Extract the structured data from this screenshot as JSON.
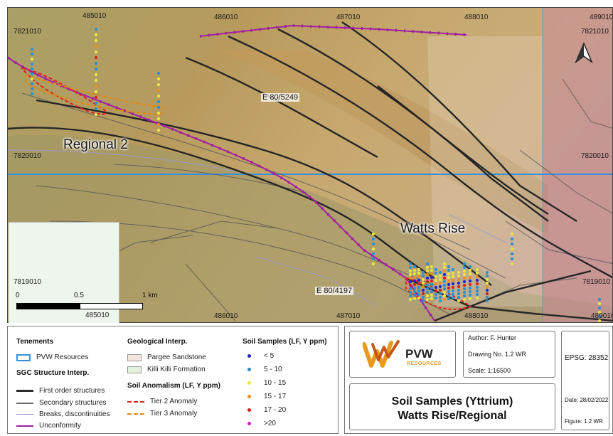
{
  "map": {
    "coords": {
      "e_485010_top": "485010",
      "e_486010_top": "486010",
      "e_487010_top": "487010",
      "e_488010_top": "488010",
      "e_489010_top": "489010",
      "n_7821010_left": "7821010",
      "n_7821010_right": "7821010",
      "n_7820010_left": "7820010",
      "n_7820010_right": "7820010",
      "n_7819010_left": "7819010",
      "n_7819010_right": "7819010",
      "e_485010_bottom": "485010",
      "e_486010_bottom": "486010",
      "e_487010_bottom": "487010",
      "e_488010_bottom": "488010",
      "e_489010_bottom": "489010"
    },
    "labels": {
      "regional": "Regional 2",
      "watts_rise": "Watts Rise",
      "tenement_1": "E 80/5249",
      "tenement_2": "E 80/4197"
    },
    "scale": {
      "zero": "0",
      "half": "0.5",
      "km": "1 km"
    }
  },
  "legend": {
    "tenements_title": "Tenements",
    "pvw_resources": "PVW Resources",
    "sgc_title": "SGC Structure Interp.",
    "first_order": "First order structures",
    "secondary": "Secondary structures",
    "breaks": "Breaks, discontinuities",
    "unconformity": "Unconformity",
    "geo_title": "Geological Interp.",
    "pargee": "Pargee Sandstone",
    "killi": "Killi Killi Formation",
    "anomalism_title": "Soil Anomalism (LF, Y ppm)",
    "tier2": "Tier 2 Anomaly",
    "tier3": "Tier 3 Anomaly",
    "samples_title": "Soil Samples (LF, Y ppm)",
    "s1": "< 5",
    "s2": "5 - 10",
    "s3": "10 - 15",
    "s4": "15 - 17",
    "s5": "17 - 20",
    "s6": ">20"
  },
  "colors": {
    "pvw_tenement": "#3a8fd8",
    "first_order": "#2b2b2b",
    "secondary": "#6a6a6a",
    "breaks": "#9a9ad0",
    "unconformity": "#a01fa0",
    "pargee": "#f3e6dc",
    "killi": "#e3f0dc",
    "tier2": "#e02020",
    "tier3": "#e08a10",
    "s1": "#2222cc",
    "s2": "#2a8fd0",
    "s3": "#e8e840",
    "s4": "#f08a20",
    "s5": "#d42020",
    "s6": "#d020c0"
  },
  "title_block": {
    "logo_text": "PVW",
    "logo_sub": "RESOURCES",
    "author": "Author: F. Hunter",
    "drawing_no": "Drawing No. 1.2 WR",
    "scale": "Scale: 1:16500",
    "epsg": "EPSG: 28352",
    "title_line1": "Soil Samples (Yttrium)",
    "title_line2": "Watts Rise/Regional",
    "date": "Date: 28/02/2022",
    "figure": "Figure: 1.2 WR"
  }
}
